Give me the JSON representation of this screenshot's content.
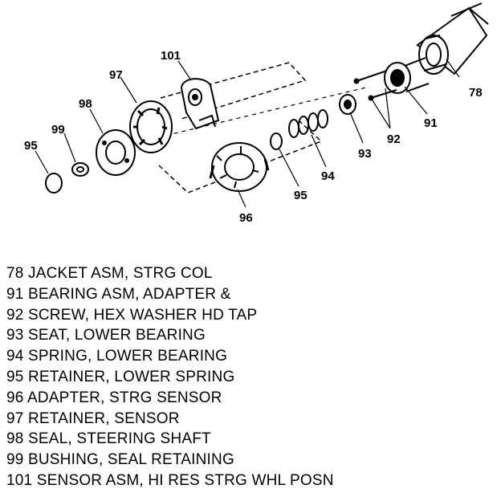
{
  "callouts": {
    "c78": "78",
    "c91": "91",
    "c92": "92",
    "c93": "93",
    "c94": "94",
    "c95a": "95",
    "c95b": "95",
    "c96": "96",
    "c97": "97",
    "c98": "98",
    "c99": "99",
    "c101": "101"
  },
  "legend": [
    "78 JACKET ASM, STRG COL",
    "91 BEARING ASM, ADAPTER &",
    "92 SCREW, HEX WASHER HD TAP",
    "93 SEAT, LOWER BEARING",
    "94 SPRING, LOWER BEARING",
    "95 RETAINER, LOWER SPRING",
    "96 ADAPTER, STRG SENSOR",
    "97 RETAINER, SENSOR",
    "98 SEAL, STEERING SHAFT",
    "99 BUSHING, SEAL RETAINING",
    "101 SENSOR ASM, HI RES STRG WHL POSN"
  ]
}
